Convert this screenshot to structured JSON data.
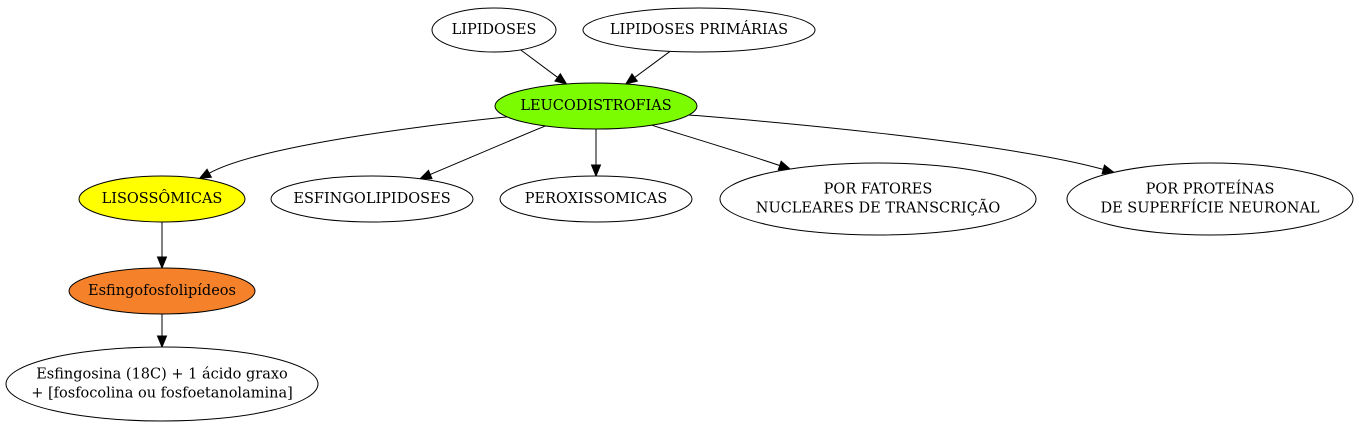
{
  "nodes": {
    "lipidoses": {
      "lines": [
        "LIPIDOSES"
      ],
      "fill": "#ffffff"
    },
    "lipidoses_primarias": {
      "lines": [
        "LIPIDOSES PRIMÁRIAS"
      ],
      "fill": "#ffffff"
    },
    "leucodistrofias": {
      "lines": [
        "LEUCODISTROFIAS"
      ],
      "fill": "#7cfc00"
    },
    "lisossomicas": {
      "lines": [
        "LISOSSÔMICAS"
      ],
      "fill": "#ffff00"
    },
    "esfingolipidoses": {
      "lines": [
        "ESFINGOLIPIDOSES"
      ],
      "fill": "#ffffff"
    },
    "peroxissomicas": {
      "lines": [
        "PEROXISSOMICAS"
      ],
      "fill": "#ffffff"
    },
    "fatores_nucleares": {
      "lines": [
        "POR FATORES",
        "NUCLEARES DE TRANSCRIÇÃO"
      ],
      "fill": "#ffffff"
    },
    "proteinas_superficie": {
      "lines": [
        "POR PROTEÍNAS",
        "DE SUPERFÍCIE NEURONAL"
      ],
      "fill": "#ffffff"
    },
    "esfingofosfolipideos": {
      "lines": [
        "Esfingofosfolipídeos"
      ],
      "fill": "#f5822a"
    },
    "esfingosina": {
      "lines": [
        "Esfingosina (18C) + 1  ácido graxo",
        "+ [fosfocolina ou fosfoetanolamina]"
      ],
      "fill": "#ffffff"
    }
  },
  "edges": [
    {
      "from": "lipidoses",
      "to": "leucodistrofias"
    },
    {
      "from": "lipidoses_primarias",
      "to": "leucodistrofias"
    },
    {
      "from": "leucodistrofias",
      "to": "lisossomicas"
    },
    {
      "from": "leucodistrofias",
      "to": "esfingolipidoses"
    },
    {
      "from": "leucodistrofias",
      "to": "peroxissomicas"
    },
    {
      "from": "leucodistrofias",
      "to": "fatores_nucleares"
    },
    {
      "from": "leucodistrofias",
      "to": "proteinas_superficie"
    },
    {
      "from": "lisossomicas",
      "to": "esfingofosfolipideos"
    },
    {
      "from": "esfingofosfolipideos",
      "to": "esfingosina"
    }
  ]
}
